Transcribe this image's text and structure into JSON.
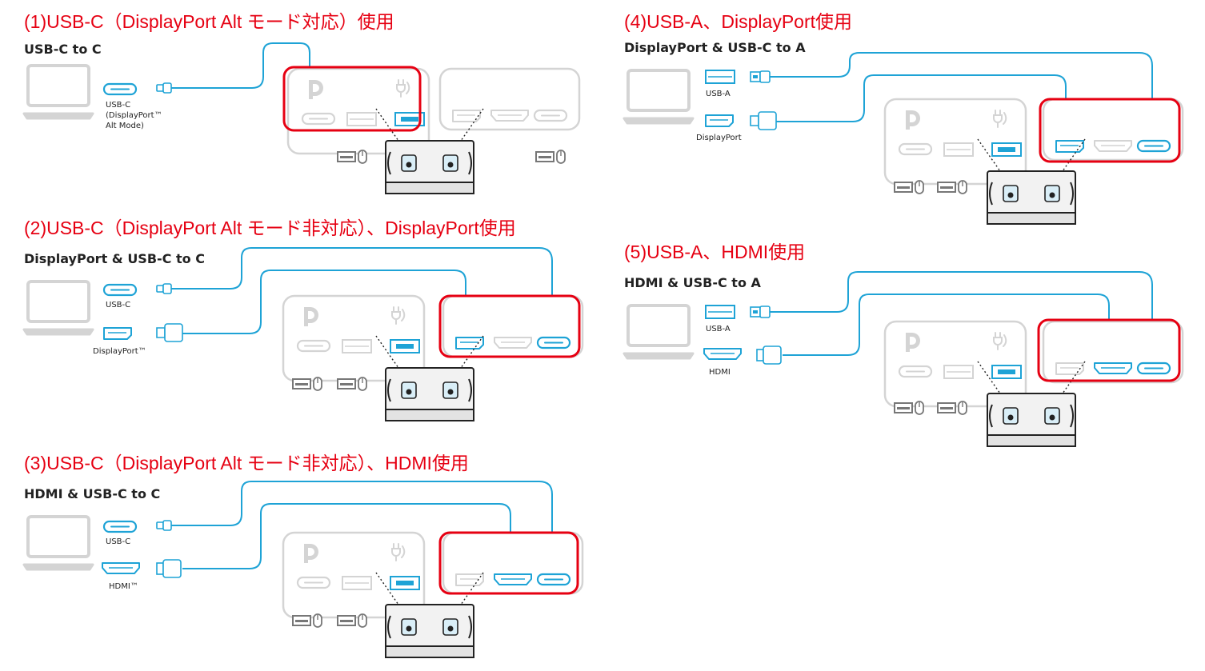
{
  "colors": {
    "accent": "#1ea3d6",
    "highlight": "#e60012",
    "inactive": "#d4d4d4",
    "title": "#e60012",
    "dark": "#222222"
  },
  "icons": [
    "laptop-icon",
    "usb-c-port-icon",
    "usb-a-port-icon",
    "displayport-port-icon",
    "hdmi-port-icon",
    "displayport-logo-icon",
    "power-delivery-icon",
    "keyboard-icon",
    "mouse-icon",
    "kvm-switch-icon"
  ],
  "panels": [
    {
      "id": "1",
      "title": "(1)USB-C（DisplayPort Alt モード対応）使用",
      "subtitle": "USB-C to C",
      "labels": [
        "USB-C",
        "(DisplayPort™",
        "Alt Mode)"
      ]
    },
    {
      "id": "2",
      "title": "(2)USB-C（DisplayPort Alt モード非対応）、DisplayPort使用",
      "subtitle": "DisplayPort & USB-C to C",
      "labels": [
        "USB-C",
        "DisplayPort™"
      ]
    },
    {
      "id": "3",
      "title": "(3)USB-C（DisplayPort Alt モード非対応）、HDMI使用",
      "subtitle": "HDMI & USB-C to C",
      "labels": [
        "USB-C",
        "HDMI™"
      ]
    },
    {
      "id": "4",
      "title": "(4)USB-A、DisplayPort使用",
      "subtitle": "DisplayPort & USB-C to A",
      "labels": [
        "USB-A",
        "DisplayPort"
      ]
    },
    {
      "id": "5",
      "title": "(5)USB-A、HDMI使用",
      "subtitle": "HDMI & USB-C to A",
      "labels": [
        "USB-A",
        "HDMI"
      ]
    }
  ]
}
